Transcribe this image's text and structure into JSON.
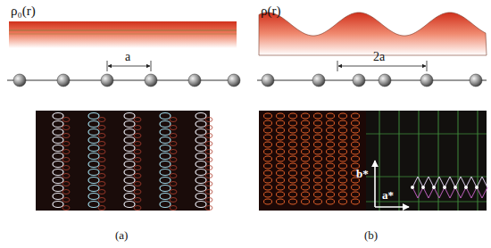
{
  "diagram": {
    "labels": [
      "ρ₀(r)",
      "a",
      "ρ(r)",
      "2a",
      "b*",
      "a*",
      "(a)",
      "(b)"
    ]
  }
}
